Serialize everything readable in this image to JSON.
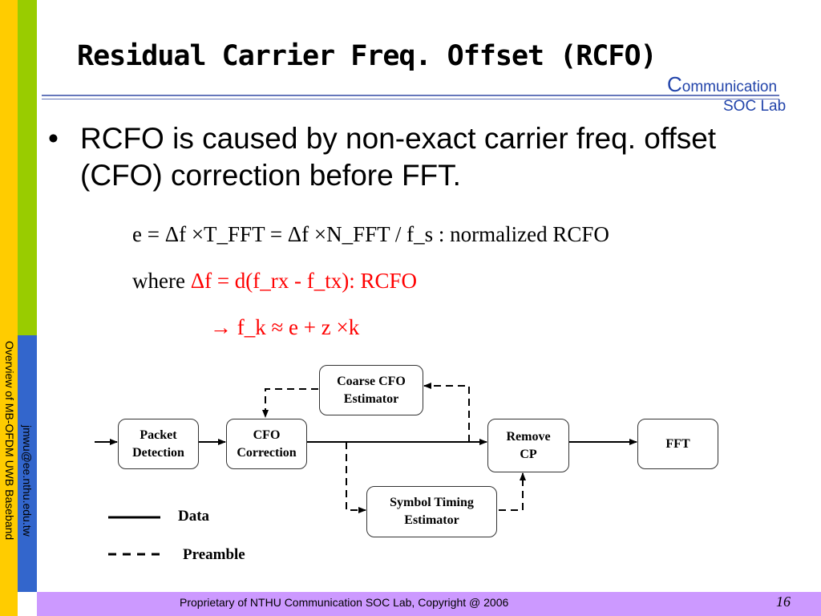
{
  "slide": {
    "title": "Residual Carrier Freq. Offset (RCFO)",
    "logo_line1_first": "C",
    "logo_line1_rest": "ommunication",
    "logo_line2": "SOC Lab",
    "side_text_outer": "Overview of MB-OFDM UWB Baseband",
    "side_text_inner": "jmwu@ee.nthu.edu.tw",
    "bullet_symbol": "•",
    "bullet_text": "RCFO is caused by non-exact carrier freq. offset (CFO) correction before FFT.",
    "equations": {
      "eq1": "e = Δf ×T_FFT = Δf ×N_FFT / f_s :  normalized RCFO",
      "eq2_where": "where",
      "eq2_formula": "Δf = d(f_rx - f_tx):  RCFO",
      "eq3": "→ f_k ≈ e + z ×k"
    },
    "footer": "Proprietary of NTHU Communication SOC Lab, Copyright @ 2006",
    "page_number": "16"
  },
  "diagram": {
    "blocks": {
      "packet_detection": [
        "Packet",
        "Detection"
      ],
      "cfo_correction": [
        "CFO",
        "Correction"
      ],
      "coarse_cfo_estimator": [
        "Coarse CFO",
        "Estimator"
      ],
      "remove_cp": [
        "Remove",
        "CP"
      ],
      "fft": [
        "FFT"
      ],
      "symbol_timing_estimator": [
        "Symbol Timing",
        "Estimator"
      ]
    },
    "legend": {
      "data": "Data",
      "preamble": "Preamble"
    }
  },
  "colors": {
    "accent_red": "#ff0000",
    "logo_blue": "#2244aa",
    "sidebar_yellow": "#ffcc00",
    "sidebar_green": "#99cc00",
    "sidebar_blue": "#3366cc",
    "footer_purple": "#cc99ff"
  }
}
